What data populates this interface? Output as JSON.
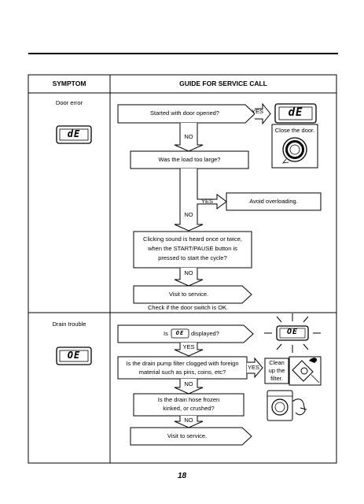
{
  "headers": {
    "symptom": "SYMPTOM",
    "guide": "GUIDE FOR SERVICE CALL"
  },
  "door_error": {
    "symptom": "Door error",
    "lcd_code": "dE",
    "q1": "Started with door opened?",
    "q1_yes": "YES",
    "q1_no": "NO",
    "close_door": "Close the door.",
    "q2": "Was the load too large?",
    "q2_yes": "YES",
    "q2_no": "NO",
    "avoid": "Avoid overloading.",
    "q3_lines": [
      "Clicking sound is heard once or twice,",
      "when the START/PAUSE button is",
      "pressed to start the cycle?"
    ],
    "q3_no": "NO",
    "visit": "Visit to service.",
    "check": "Check if the door switch is OK."
  },
  "drain_trouble": {
    "symptom": "Drain trouble",
    "lcd_code": "OE",
    "q1_prefix": "Is",
    "q1_code": "OE",
    "q1_suffix": "displayed?",
    "q1_yes": "YES",
    "q2_lines": [
      "Is the drain pump filter clogged with foreign",
      "material such as pins, coins, etc?"
    ],
    "q2_yes": "YES",
    "clean_lines": [
      "Clean",
      "up the",
      "filter."
    ],
    "q2_no": "NO",
    "q3_lines": [
      "Is the drain hose frozen",
      "kinked, or crushed?"
    ],
    "q3_no": "NO",
    "visit": "Visit to service."
  },
  "page_number": "18",
  "icons": [
    "door-closing-icon",
    "blinking-display-icon",
    "filter-cleaning-icon"
  ]
}
